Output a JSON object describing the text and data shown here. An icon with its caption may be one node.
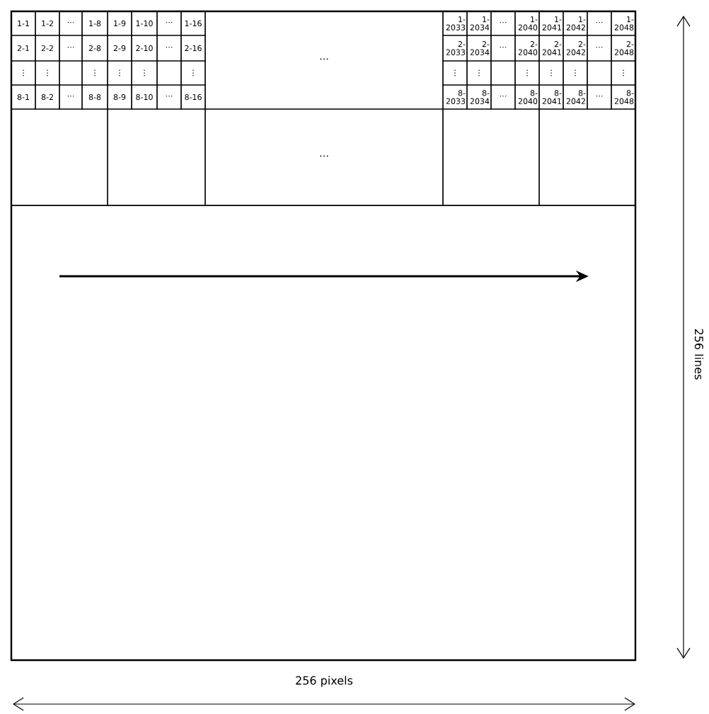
{
  "diagram": {
    "labels": [
      "1-1",
      "1-2",
      "⋯",
      "1-8",
      "1-9",
      "1-10",
      "⋯",
      "1-16",
      "⋯",
      "1-2033",
      "1-2034",
      "⋯",
      "1-2040",
      "1-2041",
      "1-2042",
      "⋯",
      "1-2048",
      "2-1",
      "2-2",
      "⋯",
      "2-8",
      "2-9",
      "2-10",
      "⋯",
      "2-16",
      "2-2033",
      "2-2034",
      "⋯",
      "2-2040",
      "2-2041",
      "2-2042",
      "⋯",
      "2-2048",
      "⋮",
      "⋮",
      "⋮",
      "⋮",
      "⋮",
      "⋮",
      "⋮",
      "⋮",
      "⋮",
      "⋮",
      "⋮",
      "⋮",
      "8-1",
      "8-2",
      "⋯",
      "8-8",
      "8-9",
      "8-10",
      "⋯",
      "8-16",
      "8-2033",
      "8-2034",
      "⋯",
      "8-2040",
      "8-2041",
      "8-2042",
      "⋯",
      "8-2048",
      "⋯",
      "256 lines",
      "256 pixels"
    ]
  }
}
